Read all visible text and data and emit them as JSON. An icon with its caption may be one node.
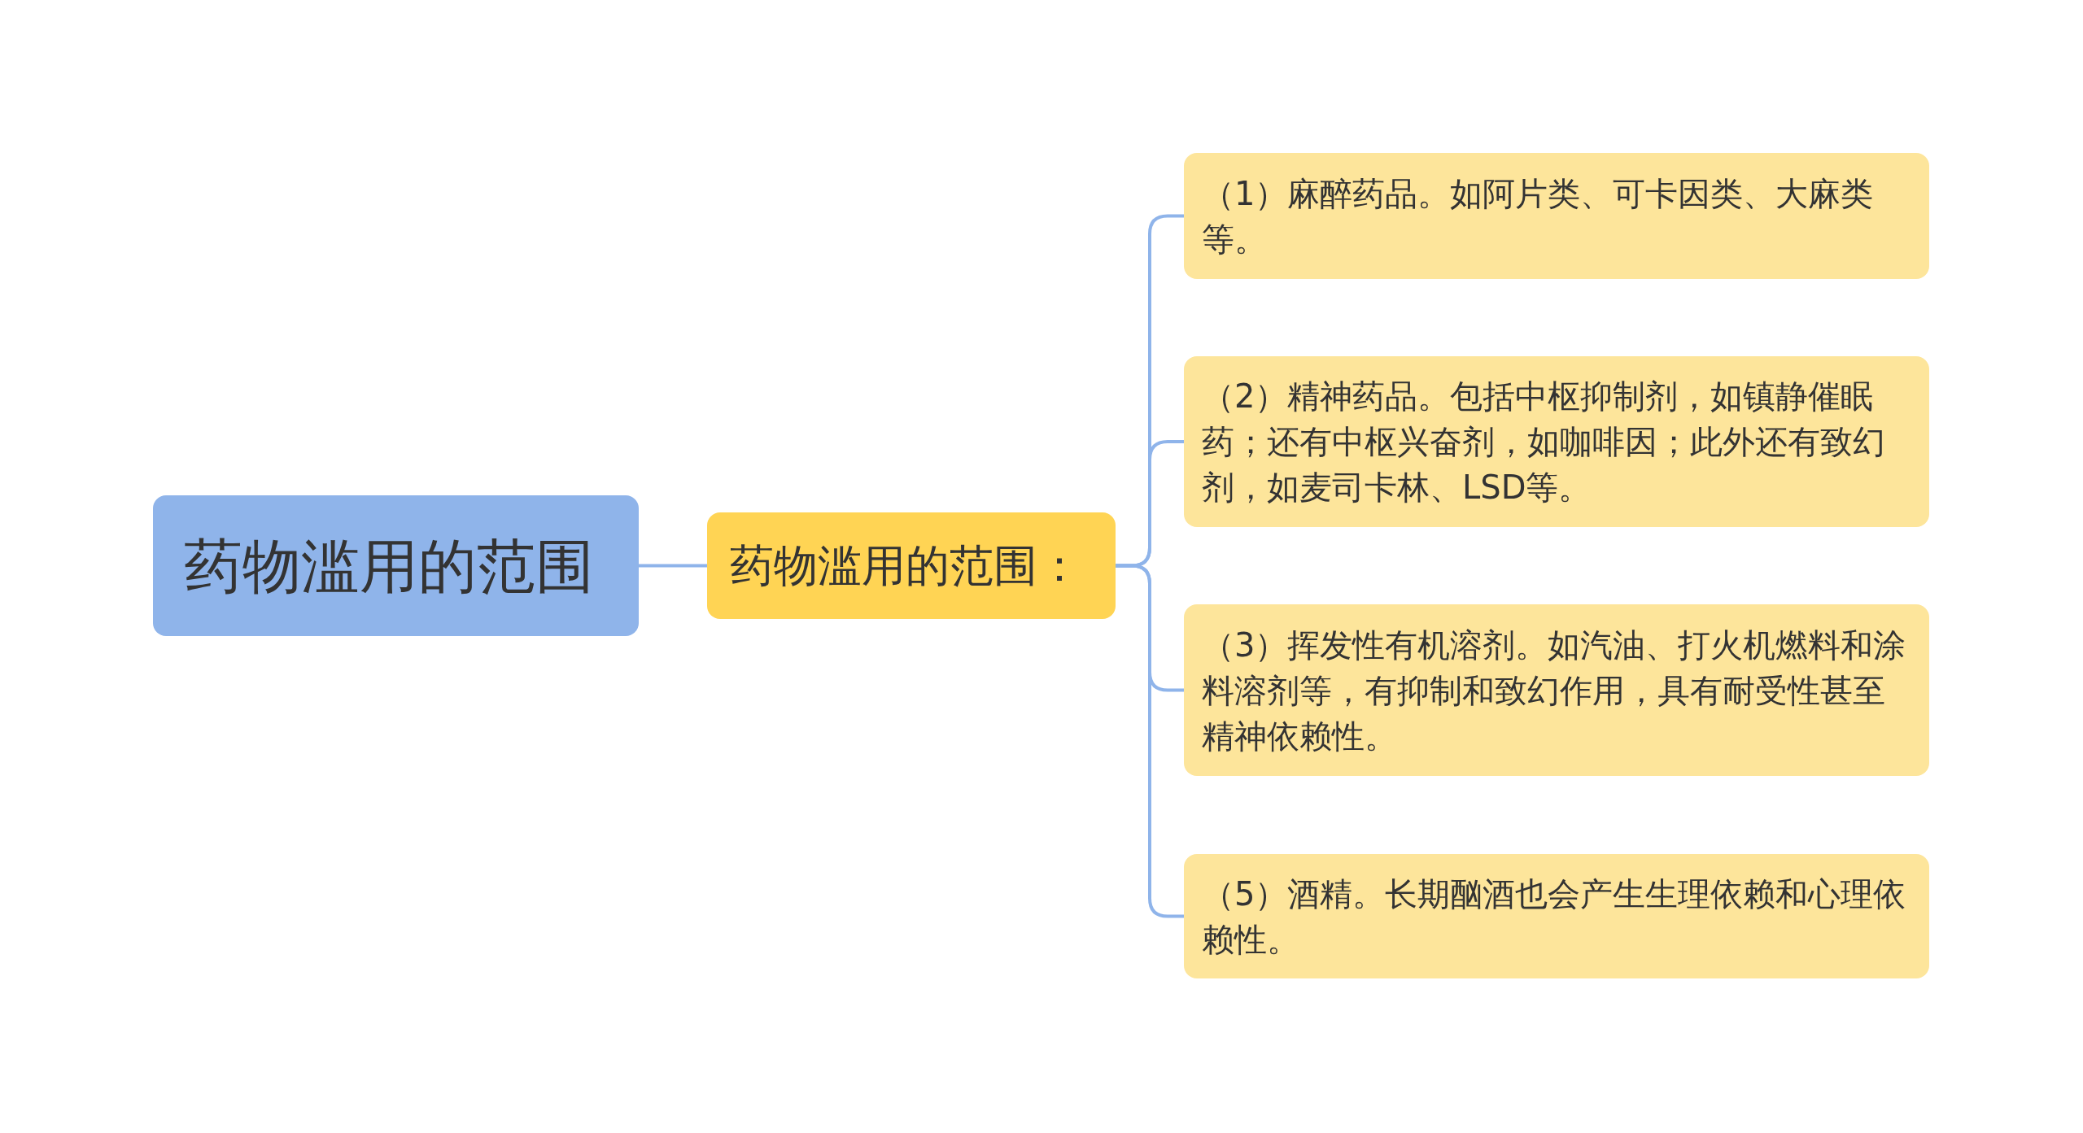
{
  "diagram": {
    "nodes": [
      {
        "text": [
          "药物滥用的范围"
        ]
      },
      {
        "text": [
          "药物滥用的范围："
        ]
      },
      {
        "text": [
          "（1）麻醉药品。如阿片类、可卡因类、大麻类等。"
        ]
      },
      {
        "text": [
          "（2）精神药品。包括中枢抑制剂，如镇静催眠药；还有中枢兴奋剂，如咖啡因；此外还有致幻剂，如麦司卡林、LSD等。"
        ]
      },
      {
        "text": [
          "（3）挥发性有机溶剂。如汽油、打火机燃料和涂料溶剂等，有抑制和致幻作用，具有耐受性甚至精神依赖性。"
        ]
      },
      {
        "text": [
          "（5）酒精。长期酗酒也会产生生理依赖和心理依赖性。"
        ]
      }
    ],
    "edges": [
      {
        "from": 0,
        "to": 1,
        "arrow": "none"
      },
      {
        "from": 1,
        "to": 2,
        "arrow": "none"
      },
      {
        "from": 1,
        "to": 3,
        "arrow": "none"
      },
      {
        "from": 1,
        "to": 4,
        "arrow": "none"
      },
      {
        "from": 1,
        "to": 5,
        "arrow": "none"
      }
    ]
  }
}
